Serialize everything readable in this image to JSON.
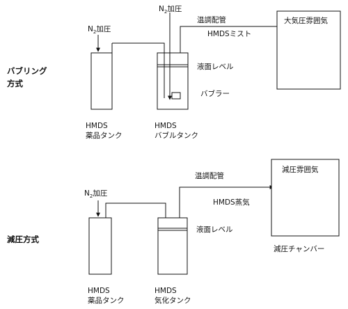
{
  "bubbling": {
    "method_label_line1": "バブリング",
    "method_label_line2": "方式",
    "n2_left_main": "N",
    "n2_left_sub": "2",
    "n2_left_suffix": "加圧",
    "n2_top_main": "N",
    "n2_top_sub": "2",
    "n2_top_suffix": "加圧",
    "heated_pipe": "温調配管",
    "mist": "HMDSミスト",
    "atmosphere": "大気圧雰囲気",
    "liquid_level": "液面レベル",
    "bubbler": "バブラー",
    "chem_tank_line1": "HMDS",
    "chem_tank_line2": "薬品タンク",
    "bubble_tank_line1": "HMDS",
    "bubble_tank_line2": "バブルタンク"
  },
  "reduced": {
    "method_label": "減圧方式",
    "n2_main": "N",
    "n2_sub": "2",
    "n2_suffix": "加圧",
    "heated_pipe": "温調配管",
    "vapor": "HMDS蒸気",
    "atmosphere": "減圧雰囲気",
    "chamber": "減圧チャンバー",
    "liquid_level": "液面レベル",
    "chem_tank_line1": "HMDS",
    "chem_tank_line2": "薬品タンク",
    "vapor_tank_line1": "HMDS",
    "vapor_tank_line2": "気化タンク"
  }
}
